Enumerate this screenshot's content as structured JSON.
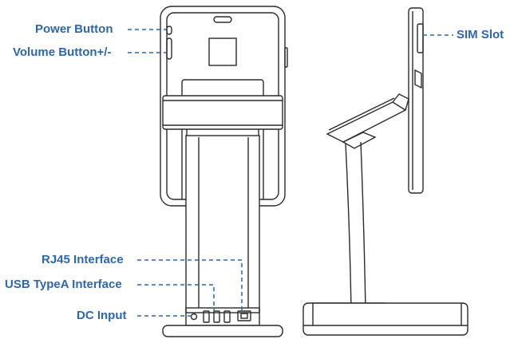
{
  "labels": {
    "power_button": "Power Button",
    "volume_button": "Volume Button+/-",
    "sim_slot": "SIM Slot",
    "rj45": "RJ45 Interface",
    "usb_typea": "USB TypeA Interface",
    "dc_input": "DC Input"
  },
  "colors": {
    "callout_text": "#2f66a6",
    "leader_line": "#2f66a6",
    "drawing_line": "#2a2a2a"
  }
}
